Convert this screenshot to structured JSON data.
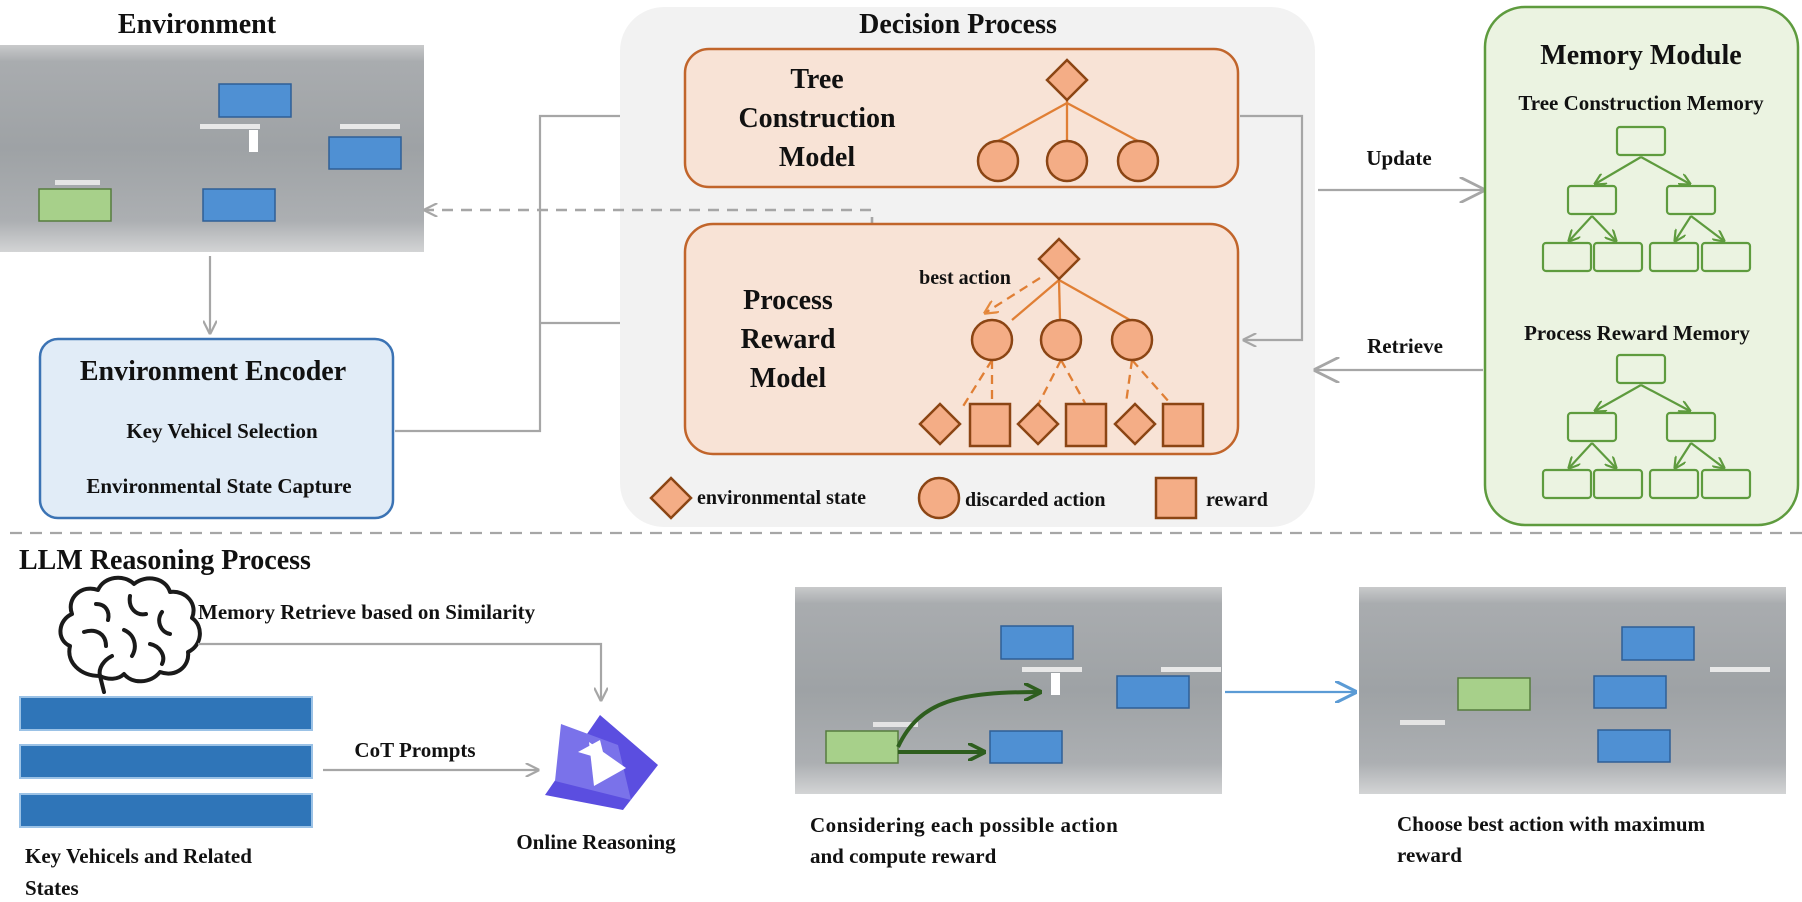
{
  "environment": {
    "title": "Environment"
  },
  "encoder": {
    "title": "Environment Encoder",
    "items": [
      "Key Vehicel Selection",
      "Environmental State Capture"
    ]
  },
  "decision": {
    "title": "Decision Process",
    "tree_model": [
      "Tree",
      "Construction",
      "Model"
    ],
    "reward_model": [
      "Process",
      "Reward",
      "Model"
    ],
    "best_action": "best action",
    "legend": [
      "environmental state",
      "discarded action",
      "reward"
    ]
  },
  "arrows": {
    "update": "Update",
    "retrieve": "Retrieve"
  },
  "memory": {
    "title": "Memory Module",
    "tree_memory": "Tree Construction Memory",
    "reward_memory": "Process Reward Memory"
  },
  "llm": {
    "title": "LLM Reasoning Process",
    "memory_retrieve": "Memory Retrieve based on Similarity",
    "cot": "CoT Prompts",
    "online": "Online Reasoning",
    "key_vehicles": [
      "Key Vehicels and Related",
      "States"
    ],
    "caption_consider": [
      "Considering each possible action",
      "and compute reward"
    ],
    "caption_choose": [
      "Choose best action with maximum",
      "reward"
    ]
  },
  "colors": {
    "orange_fill": "#f8e3d6",
    "orange_stroke": "#c1652b",
    "node_fill": "#f4ad86",
    "node_stroke": "#8b4514",
    "green_stroke": "#5e9b3e",
    "green_fill": "#ebf3e1",
    "blue_vehicle": "#4f90d3",
    "green_vehicle": "#a7d08a",
    "encoder_fill": "#e1ecf7",
    "encoder_stroke": "#3b73b4",
    "bar_blue": "#2f75b8",
    "qwen_purple": "#5b4ee0"
  }
}
